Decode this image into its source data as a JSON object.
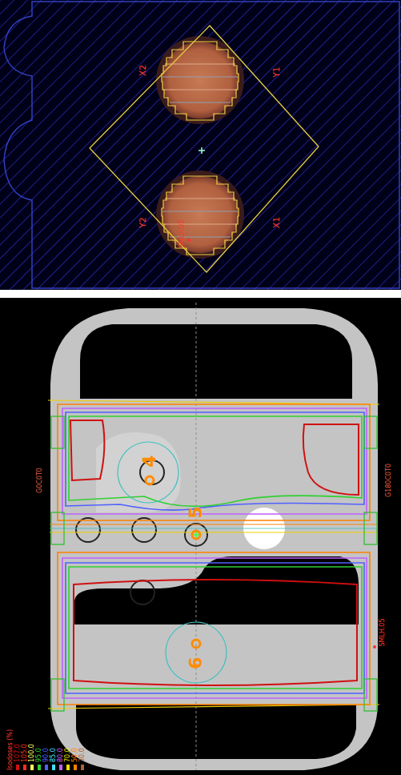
{
  "diagram": {
    "labels": [
      "X2",
      "Y1",
      "Y2",
      "X1",
      "SMLH.05",
      "G0C0T0",
      "G180C0T0",
      "4",
      "5",
      "6",
      "SMLH.05",
      "Isodoses (%)"
    ],
    "legend": [
      {
        "text": "107.0",
        "color": "#d01010"
      },
      {
        "text": "105.0",
        "color": "#ff3020"
      },
      {
        "text": "100.0",
        "color": "#ffff60"
      },
      {
        "text": "95.0",
        "color": "#30d030"
      },
      {
        "text": "90.0",
        "color": "#5060ff"
      },
      {
        "text": "85.0",
        "color": "#40e0ff"
      },
      {
        "text": "80.0",
        "color": "#c060ff"
      },
      {
        "text": "70.0",
        "color": "#f0e000"
      },
      {
        "text": "50.0",
        "color": "#ff8000"
      },
      {
        "text": "30.0",
        "color": "#b06030"
      }
    ]
  }
}
